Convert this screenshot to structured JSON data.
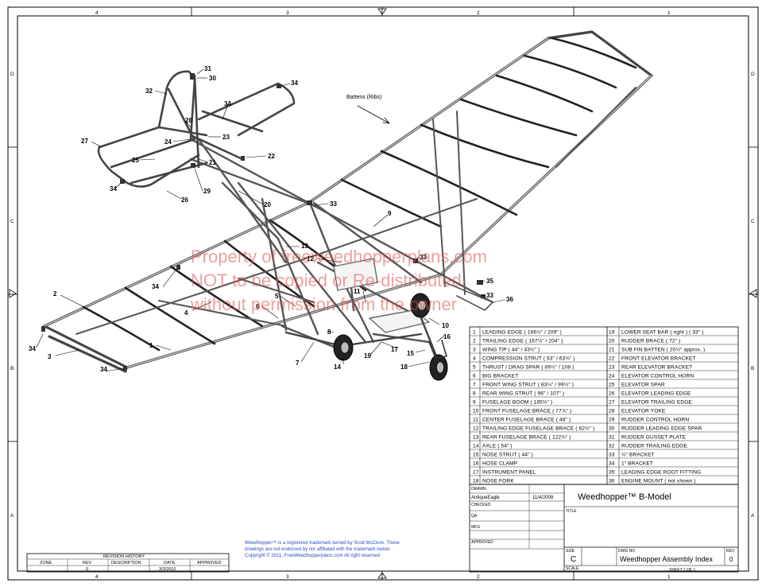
{
  "border": {
    "zones_top": [
      "4",
      "3",
      "2",
      "1"
    ],
    "zones_bottom": [
      "4",
      "3",
      "2",
      "1"
    ],
    "zones_left": [
      "D",
      "C",
      "B",
      "A"
    ],
    "zones_right": [
      "D",
      "C",
      "B",
      "A"
    ]
  },
  "annotation": {
    "battens": "Battens (Ribs)"
  },
  "watermark": {
    "line1": "Property of freeweedhopperplans.com",
    "line2": "NOT to be copied or Re-distributed",
    "line3": "without permission from the owner"
  },
  "callouts": [
    "1",
    "2",
    "3",
    "4",
    "5",
    "6",
    "7",
    "8",
    "9",
    "10",
    "11",
    "12",
    "13",
    "14",
    "15",
    "16",
    "17",
    "18",
    "19",
    "20",
    "21",
    "22",
    "23",
    "24",
    "25",
    "26",
    "27",
    "28",
    "29",
    "30",
    "31",
    "32",
    "33",
    "33",
    "33",
    "34",
    "34",
    "34",
    "34",
    "34",
    "35",
    "36"
  ],
  "bom_left": [
    {
      "no": "1",
      "desc": "LEADING EDGE ( 166½\" / 209\" )"
    },
    {
      "no": "2",
      "desc": "TRAILING EDGE ( 167½\" / 204\" )"
    },
    {
      "no": "3",
      "desc": "WING TIP ( 44\" / 43½\" )"
    },
    {
      "no": "4",
      "desc": "COMPRESSION STRUT ( 63\" / 63¾\" )"
    },
    {
      "no": "5",
      "desc": "THRUST / DRAG SPAR ( 89½\" / 108 )"
    },
    {
      "no": "6",
      "desc": "BIG BRACKET"
    },
    {
      "no": "7",
      "desc": "FRONT WING STRUT ( 83¼\" / 99½\" )"
    },
    {
      "no": "8",
      "desc": "REAR WING STRUT ( 96\" / 107\" )"
    },
    {
      "no": "9",
      "desc": "FUSELAGE BOOM ( 185¾\" )"
    },
    {
      "no": "10",
      "desc": "FRONT FUSELAGE BRACE ( 77⅞\" )"
    },
    {
      "no": "11",
      "desc": "CENTER FUSELAGE BRACE ( 48\" )"
    },
    {
      "no": "12",
      "desc": "TRAILING EDGE FUSELAGE BRACE ( 62½\" )"
    },
    {
      "no": "13",
      "desc": "REAR FUSELAGE BRACE ( 122¾\" )"
    },
    {
      "no": "14",
      "desc": "AXLE ( 54\" )"
    },
    {
      "no": "15",
      "desc": "NOSE STRUT ( 44\" )"
    },
    {
      "no": "16",
      "desc": "HOSE CLAMP"
    },
    {
      "no": "17",
      "desc": "INSTRUMENT PANEL"
    },
    {
      "no": "18",
      "desc": "NOSE FORK"
    }
  ],
  "bom_right": [
    {
      "no": "19",
      "desc": "LOWER SEAT BAR ( right ) ( 33\" )"
    },
    {
      "no": "20",
      "desc": "RUDDER BRACE ( 72\" )"
    },
    {
      "no": "21",
      "desc": "SUB FIN BATTEN ( 20½\" approx. )"
    },
    {
      "no": "22",
      "desc": "FRONT ELEVATOR BRACKET"
    },
    {
      "no": "23",
      "desc": "REAR ELEVATOR BRACKET"
    },
    {
      "no": "24",
      "desc": "ELEVATOR CONTROL HORN"
    },
    {
      "no": "25",
      "desc": "ELEVATOR SPAR"
    },
    {
      "no": "26",
      "desc": "ELEVATOR LEADING EDGE"
    },
    {
      "no": "27",
      "desc": "ELEVATOR TRAILING EDGE"
    },
    {
      "no": "28",
      "desc": "ELEVATOR YOKE"
    },
    {
      "no": "29",
      "desc": "RUDDER CONTROL HORN"
    },
    {
      "no": "30",
      "desc": "RUDDER LEADING EDGE SPAR"
    },
    {
      "no": "31",
      "desc": "RUDDER GUSSET PLATE"
    },
    {
      "no": "32",
      "desc": "RUDDER TRAILING EDGE"
    },
    {
      "no": "33",
      "desc": "½\" BRACKET"
    },
    {
      "no": "34",
      "desc": "1\" BRACKET"
    },
    {
      "no": "35",
      "desc": "LEADING EDGE ROOT FITTING"
    },
    {
      "no": "36",
      "desc": "ENGINE MOUNT ( not shown )"
    }
  ],
  "title_block": {
    "drawn_label": "DRAWN",
    "drawn_by": "AntiqueEagle",
    "drawn_date": "11/4/2009",
    "checked_label": "CHECKED",
    "qa_label": "QA",
    "mfg_label": "MFG",
    "approved_label": "APPROVED",
    "title_label": "TITLE",
    "title": "Weedhopper™ B-Model",
    "size_label": "SIZE",
    "size": "C",
    "dwg_label": "DWG NO",
    "dwg_no": "Weedhopper Assembly Index",
    "rev_label": "REV",
    "rev": "0",
    "scale_label": "SCALE",
    "sheet": "SHEET 1 OF 1"
  },
  "revision_history": {
    "title": "REVISION HISTORY",
    "headers": [
      "ZONE",
      "REV",
      "DESCRIPTION",
      "DATE",
      "APPROVED"
    ],
    "row": [
      "",
      "0",
      "",
      "3/3/2010",
      ""
    ]
  },
  "trademark": {
    "line1": "Weedhopper™ is a registered trademark owned by Scott McClure. These",
    "line2": "drawings are not endorsed by nor affiliated with the trademark owner.",
    "line3": "Copyright © 2011, FreeWeedhopperplans.com All right reserved"
  }
}
